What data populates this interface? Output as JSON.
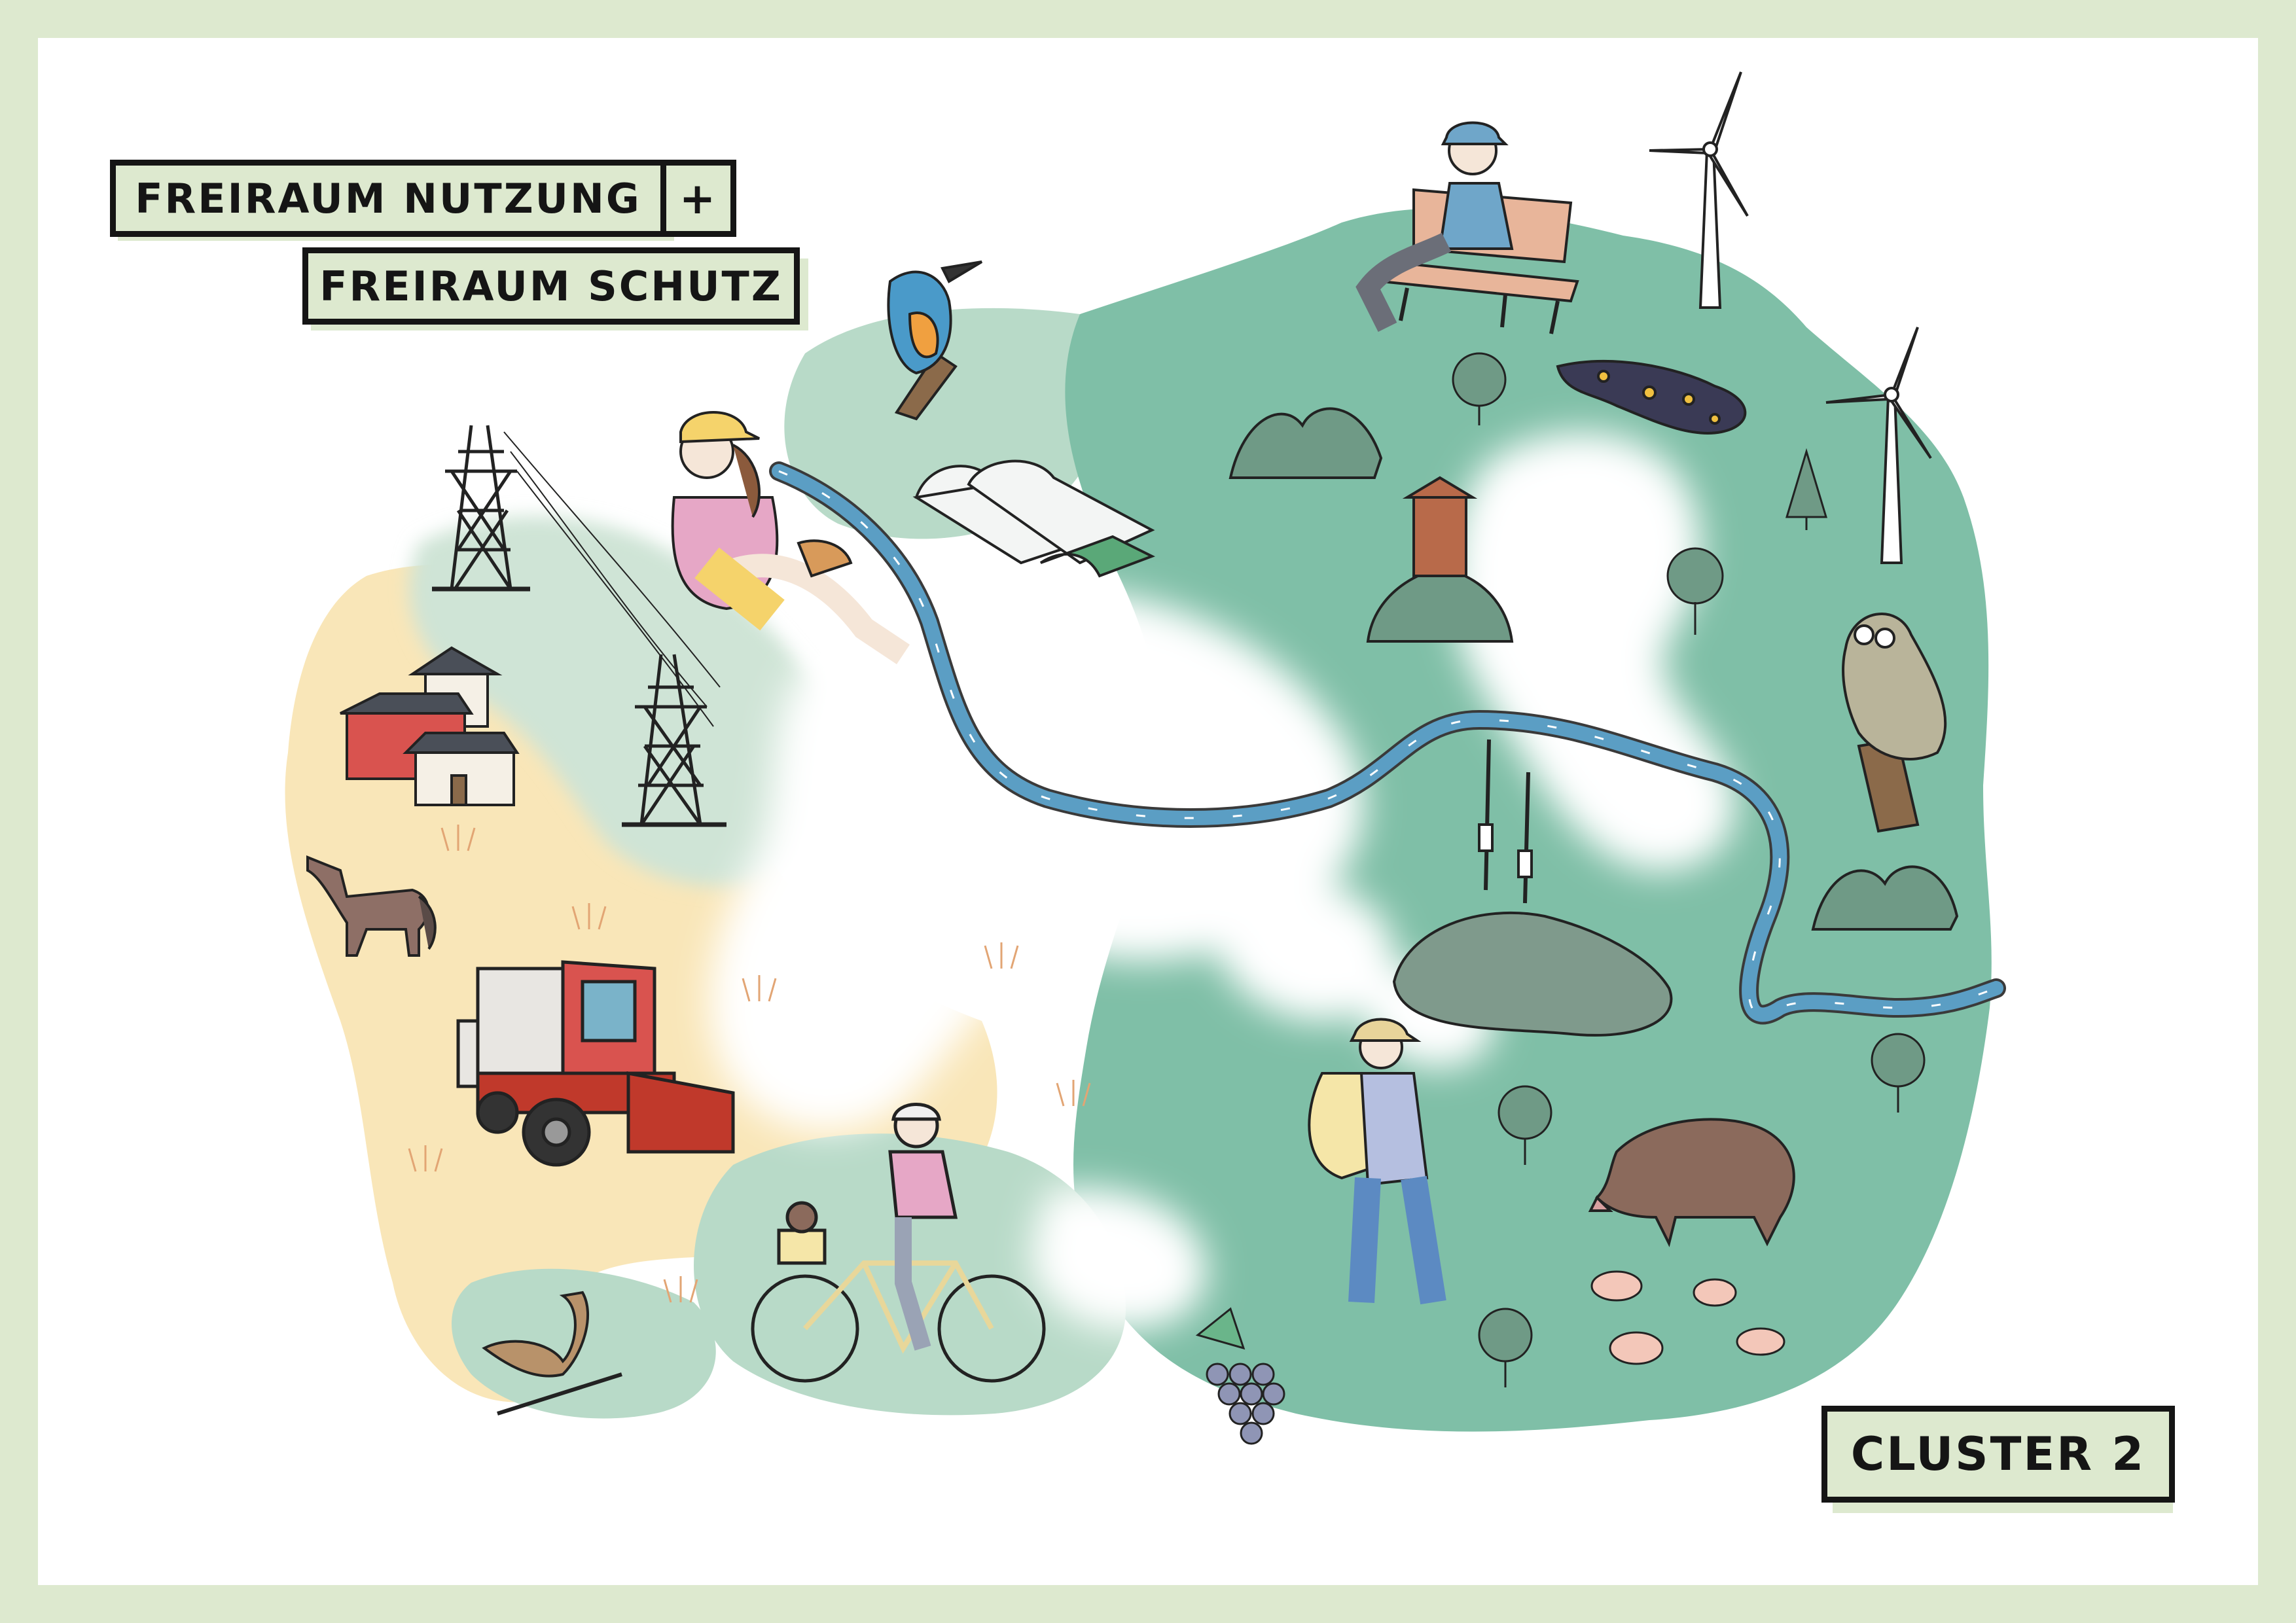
{
  "title": {
    "line1": "FREIRAUM NUTZUNG",
    "plus": "+",
    "line2": "FREIRAUM SCHUTZ"
  },
  "cluster_label": "CLUSTER 2",
  "colors": {
    "frame": "#dde9cf",
    "forest": "#7fbfa7",
    "forest_light": "#b8dac8",
    "meadow": "#cfe4d6",
    "field": "#f9e6b8",
    "river": "#5b9ec4",
    "label_fill": "#dde9cf",
    "outline": "#151515"
  },
  "map_features": [
    {
      "name": "river",
      "icon": "river-icon"
    },
    {
      "name": "power-pylon",
      "icon": "pylon-icon"
    },
    {
      "name": "houses",
      "icon": "house-icon"
    },
    {
      "name": "horse",
      "icon": "horse-icon"
    },
    {
      "name": "harvester",
      "icon": "harvester-icon"
    },
    {
      "name": "lark",
      "icon": "bird-icon"
    },
    {
      "name": "cyclist",
      "icon": "bicycle-icon"
    },
    {
      "name": "sunbather",
      "icon": "person-icon"
    },
    {
      "name": "kingfisher",
      "icon": "bird-icon"
    },
    {
      "name": "polytunnels",
      "icon": "greenhouse-icon"
    },
    {
      "name": "man-on-bench",
      "icon": "bench-icon"
    },
    {
      "name": "wind-turbines",
      "icon": "wind-turbine-icon"
    },
    {
      "name": "fire-salamander",
      "icon": "salamander-icon"
    },
    {
      "name": "lookout-tower",
      "icon": "tower-icon"
    },
    {
      "name": "owl",
      "icon": "owl-icon"
    },
    {
      "name": "tv-tower-hill",
      "icon": "antenna-icon"
    },
    {
      "name": "hiker",
      "icon": "hiker-icon"
    },
    {
      "name": "wild-boar",
      "icon": "boar-icon"
    },
    {
      "name": "piglets",
      "icon": "piglet-icon"
    },
    {
      "name": "grapes",
      "icon": "grapes-icon"
    }
  ]
}
